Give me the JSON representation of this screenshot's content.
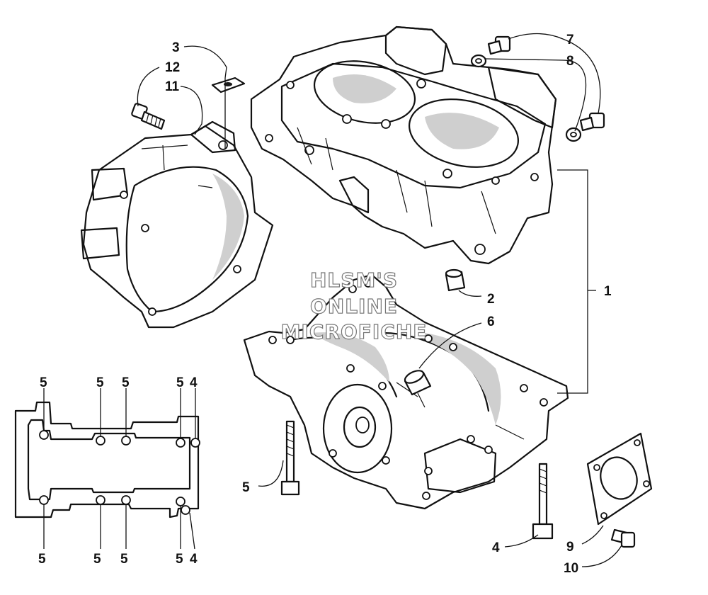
{
  "diagram": {
    "watermark": [
      "HLSM'S",
      "ONLINE",
      "MICROFICHE"
    ],
    "callouts": {
      "c1": "1",
      "c2": "2",
      "c3": "3",
      "c4a": "4",
      "c4b": "4",
      "c4c": "4",
      "c5a": "5",
      "c5b": "5",
      "c5c": "5",
      "c5d": "5",
      "c5e": "5",
      "c5f": "5",
      "c5g": "5",
      "c5h": "5",
      "c5i": "5",
      "c6": "6",
      "c7": "7",
      "c8": "8",
      "c9": "9",
      "c10": "10",
      "c11": "11",
      "c12": "12"
    },
    "parts": [
      {
        "id": "upper-crankcase",
        "label": "1"
      },
      {
        "id": "dowel-pin",
        "label": "2"
      },
      {
        "id": "plate",
        "label": "3"
      },
      {
        "id": "short-bolt",
        "label": "4"
      },
      {
        "id": "long-bolt",
        "label": "5"
      },
      {
        "id": "bushing",
        "label": "6"
      },
      {
        "id": "cap-screw",
        "label": "7"
      },
      {
        "id": "washer",
        "label": "8"
      },
      {
        "id": "gasket",
        "label": "9"
      },
      {
        "id": "flange-screw",
        "label": "10"
      },
      {
        "id": "housing-cover",
        "label": "11"
      },
      {
        "id": "housing-screw",
        "label": "12"
      }
    ]
  }
}
